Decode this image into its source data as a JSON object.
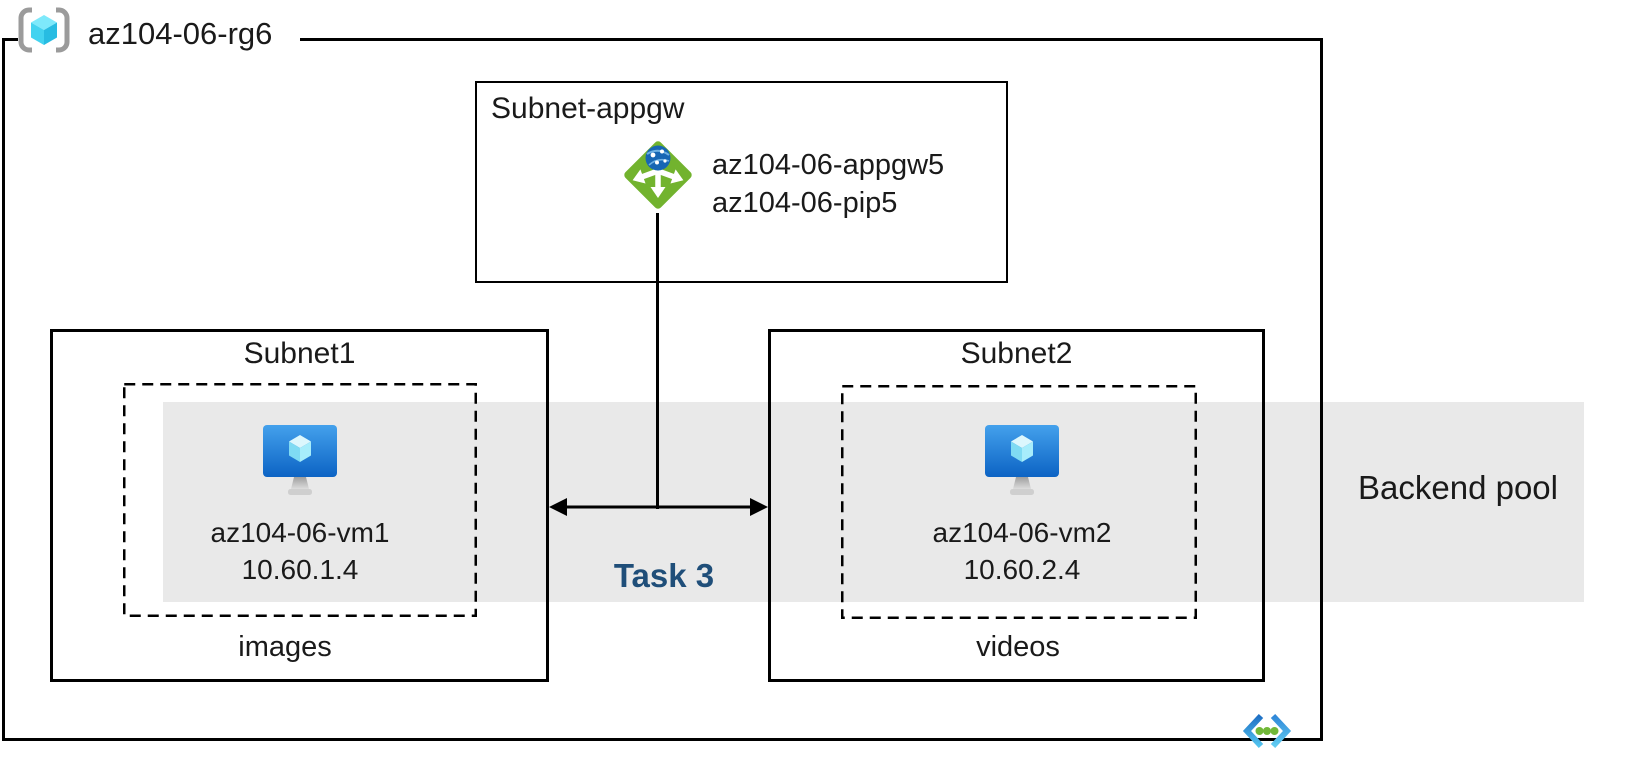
{
  "resource_group": {
    "name": "az104-06-rg6"
  },
  "appgw_subnet": {
    "title": "Subnet-appgw",
    "gateway_name": "az104-06-appgw5",
    "public_ip_name": "az104-06-pip5"
  },
  "subnet1": {
    "title": "Subnet1",
    "vm_name": "az104-06-vm1",
    "vm_ip": "10.60.1.4",
    "container_label": "images"
  },
  "subnet2": {
    "title": "Subnet2",
    "vm_name": "az104-06-vm2",
    "vm_ip": "10.60.2.4",
    "container_label": "videos"
  },
  "backend_pool": {
    "label": "Backend pool"
  },
  "task": {
    "label": "Task 3"
  },
  "icons": {
    "resource_group": "resource-group-icon (cyan cube in gray brackets)",
    "application_gateway": "application-gateway-icon (green diamond, white arrows, blue globe)",
    "virtual_machine": "virtual-machine-icon (blue monitor with cyan cube)",
    "virtual_network": "virtual-network-icon (blue chevrons with green dots)"
  },
  "colors": {
    "task_label": "#1f4e79",
    "backend_band": "#e9e9e9",
    "appgw_green": "#72b32e",
    "vm_blue_top": "#44a1ec",
    "vm_blue_bottom": "#0c63c4",
    "rg_cube_cyan": "#50e0f5",
    "vnet_chevron_blue": "#2b7fd4",
    "vnet_dot_green": "#71b838",
    "border_black": "#000000"
  }
}
